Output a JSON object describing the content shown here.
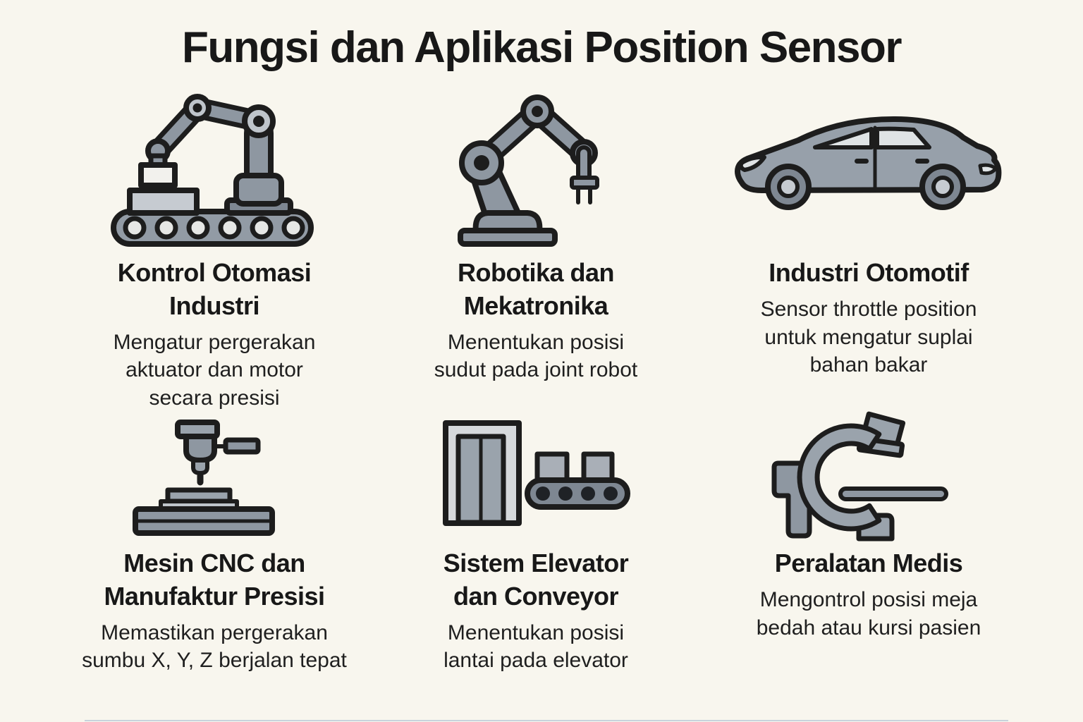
{
  "title": "Fungsi dan Aplikasi Position Sensor",
  "colors": {
    "background": "#F8F6EE",
    "text": "#1B1B1B",
    "icon_gray": "#8E97A1",
    "icon_gray_light": "#BFC5CB",
    "icon_gray_pale": "#DFE3E5",
    "icon_dark": "#7E8792",
    "icon_outline": "#1D1D1D"
  },
  "cards": [
    {
      "icon": "robotic-arm-conveyor-icon",
      "title": "Kontrol Otomasi\nIndustri",
      "description": "Mengatur pergerakan\naktuator dan motor\nsecara presisi"
    },
    {
      "icon": "robot-arm-icon",
      "title": "Robotika dan\nMekatronika",
      "description": "Menentukan posisi\nsudut pada joint robot"
    },
    {
      "icon": "car-icon",
      "title": "Industri Otomotif",
      "description": "Sensor throttle position\nuntuk mengatur suplai\nbahan bakar"
    },
    {
      "icon": "cnc-machine-icon",
      "title": "Mesin CNC dan\nManufaktur Presisi",
      "description": "Memastikan pergerakan\nsumbu X, Y, Z berjalan tepat"
    },
    {
      "icon": "elevator-conveyor-icon",
      "title": "Sistem Elevator\ndan Conveyor",
      "description": "Menentukan posisi\nlantai pada elevator"
    },
    {
      "icon": "c-arm-medical-icon",
      "title": "Peralatan Medis",
      "description": "Mengontrol posisi meja\nbedah atau kursi pasien"
    }
  ]
}
